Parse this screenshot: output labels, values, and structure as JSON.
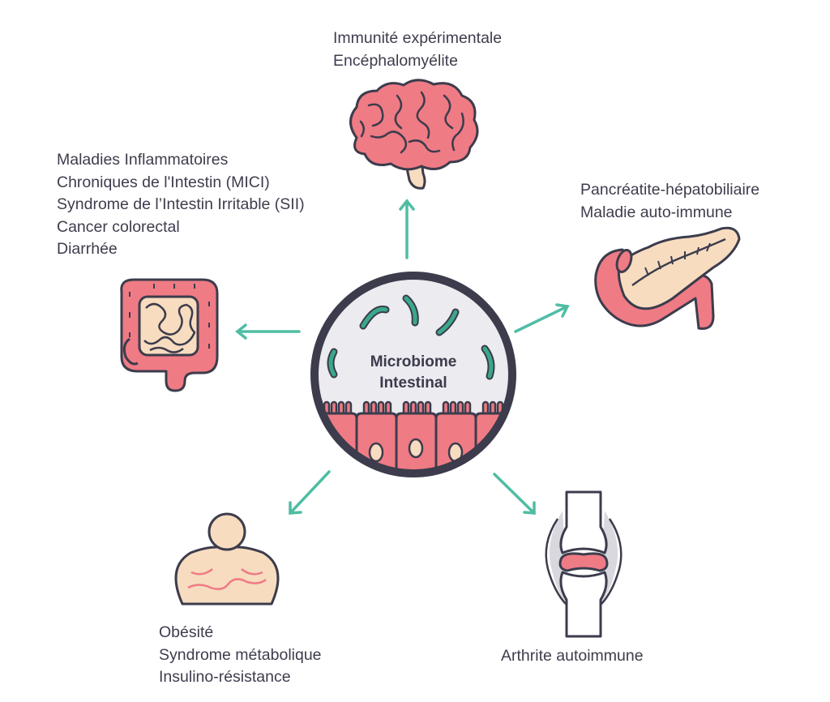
{
  "center": {
    "title_line1": "Microbiome",
    "title_line2": "Intestinal"
  },
  "organs": {
    "brain": {
      "icon": "brain-icon",
      "lines": [
        "Immunité expérimentale",
        "Encéphalomyélite"
      ]
    },
    "intestine": {
      "icon": "intestine-icon",
      "lines": [
        "Maladies Inflammatoires",
        "Chroniques de l'Intestin (MICI)",
        "Syndrome de l’Intestin Irritable (SII)",
        "Cancer colorectal",
        "Diarrhée"
      ]
    },
    "pancreas": {
      "icon": "pancreas-icon",
      "lines": [
        "Pancréatite-hépatobiliaire",
        "Maladie auto-immune"
      ]
    },
    "obesity": {
      "icon": "obese-body-icon",
      "lines": [
        "Obésité",
        "Syndrome métabolique",
        "Insulino-résistance"
      ]
    },
    "joint": {
      "icon": "joint-icon",
      "lines": [
        "Arthrite autoimmune"
      ]
    }
  },
  "colors": {
    "arrow": "#4fbda3",
    "bacteria": "#3aa88a",
    "outline": "#3c3c4c",
    "tissue": "#ef7b85",
    "cream": "#f7dcc0",
    "circle_fill": "#ebebf0"
  }
}
